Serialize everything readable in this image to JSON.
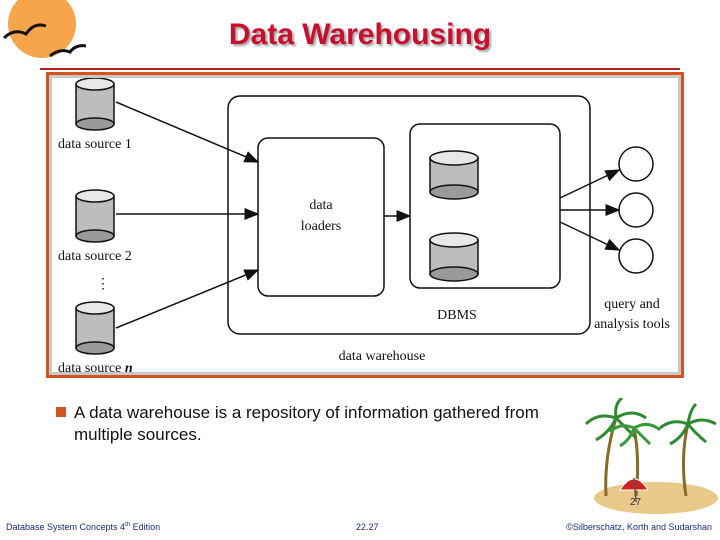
{
  "slide": {
    "title": "Data Warehousing"
  },
  "diagram": {
    "sources": [
      "data source 1",
      "data source 2"
    ],
    "source_n_prefix": "data source ",
    "source_n_suffix": "n",
    "ellipsis": "⋮",
    "loaders_line1": "data",
    "loaders_line2": "loaders",
    "dbms_label": "DBMS",
    "warehouse_label": "data warehouse",
    "tools_line1": "query and",
    "tools_line2": "analysis tools"
  },
  "bullet": {
    "text": "A data warehouse is a repository of information gathered from multiple sources."
  },
  "footer": {
    "left_prefix": "Database System Concepts 4",
    "left_sup": "th",
    "left_suffix": " Edition",
    "mid": "22.27",
    "right": "©Silberschatz, Korth and Sudarshan",
    "page_number": "27"
  },
  "colors": {
    "title": "#c8102e",
    "frame_border": "#d4541f",
    "footer_text": "#1a2b80"
  }
}
